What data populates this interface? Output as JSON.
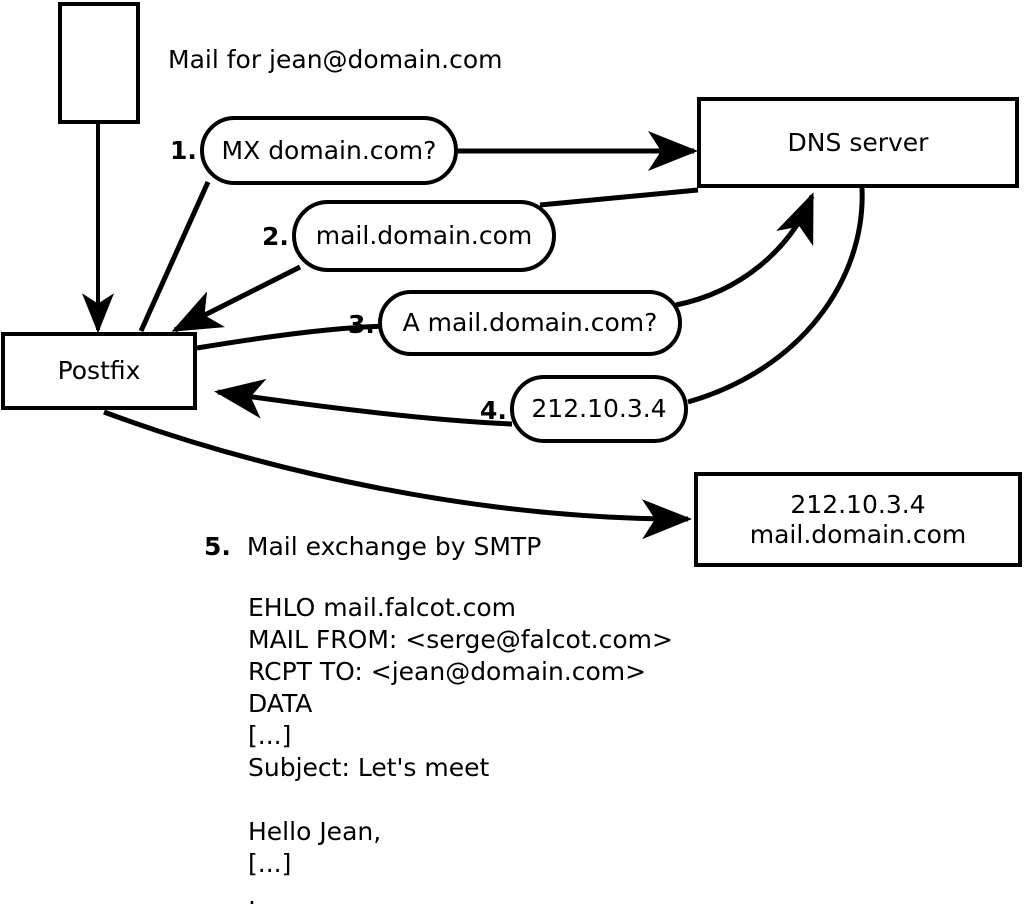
{
  "diagram": {
    "title_note": "Mail for jean@domain.com",
    "nodes": {
      "sender": {
        "label": ""
      },
      "postfix": {
        "label": "Postfix"
      },
      "dns": {
        "label": "DNS server"
      },
      "mailhost": {
        "line1": "212.10.3.4",
        "line2": "mail.domain.com"
      }
    },
    "steps": [
      {
        "num": "1.",
        "label": "MX domain.com?"
      },
      {
        "num": "2.",
        "label": "mail.domain.com"
      },
      {
        "num": "3.",
        "label": "A mail.domain.com?"
      },
      {
        "num": "4.",
        "label": "212.10.3.4"
      }
    ],
    "smtp": {
      "num": "5.",
      "title": "Mail exchange by SMTP",
      "transcript": [
        "EHLO mail.falcot.com",
        "MAIL FROM: <serge@falcot.com>",
        "RCPT TO: <jean@domain.com>",
        "DATA",
        "[...]",
        "Subject: Let's meet",
        "",
        "Hello Jean,",
        "[...]",
        "."
      ]
    },
    "colors": {
      "stroke": "#000000",
      "fill": "#ffffff",
      "text": "#000000"
    }
  }
}
